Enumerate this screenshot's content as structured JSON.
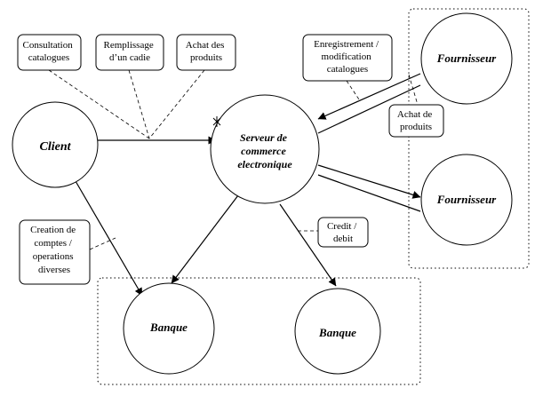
{
  "nodes": {
    "client": "Client",
    "serveur": [
      "Serveur de",
      "commerce",
      "electronique"
    ],
    "fournisseur_top": "Fournisseur",
    "fournisseur_bottom": "Fournisseur",
    "banque_left": "Banque",
    "banque_right": "Banque"
  },
  "notes": {
    "consultation": [
      "Consultation",
      "catalogues"
    ],
    "remplissage": [
      "Remplissage",
      "d’un cadie"
    ],
    "achat_client": [
      "Achat des",
      "produits"
    ],
    "enregistrement": [
      "Enregistrement /",
      "modification",
      "catalogues"
    ],
    "achat_fournisseur": [
      "Achat de",
      "produits"
    ],
    "creation": [
      "Creation de",
      "comptes /",
      "operations",
      "diverses"
    ],
    "credit": [
      "Credit /",
      "debit"
    ]
  }
}
